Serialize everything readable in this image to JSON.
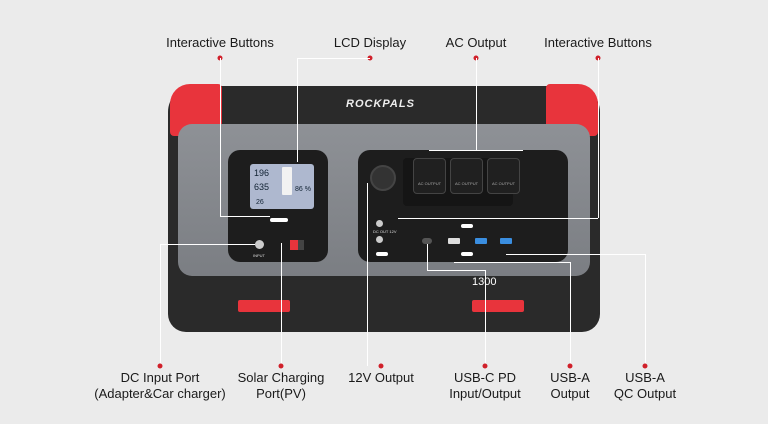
{
  "brand": "ROCKPALS",
  "capacity": "1300",
  "lcd": {
    "input_watts": "196",
    "output_watts": "635",
    "battery_percent": "86 %",
    "temperature": "26"
  },
  "ports": {
    "ac_output": "AC OUTPUT",
    "input": "INPUT",
    "dc_out": "DC OUT 12V"
  },
  "top_labels": [
    "Interactive Buttons",
    "LCD Display",
    "AC Output",
    "Interactive Buttons"
  ],
  "bottom_labels": [
    {
      "line1": "DC Input Port",
      "line2": "(Adapter&Car charger)"
    },
    {
      "line1": "Solar Charging",
      "line2": "Port(PV)"
    },
    {
      "line1": "12V Output",
      "line2": ""
    },
    {
      "line1": "USB-C PD",
      "line2": "Input/Output"
    },
    {
      "line1": "USB-A",
      "line2": "Output"
    },
    {
      "line1": "USB-A",
      "line2": "QC Output"
    }
  ],
  "colors": {
    "accent": "#e8343c",
    "dot": "#d0202a"
  }
}
